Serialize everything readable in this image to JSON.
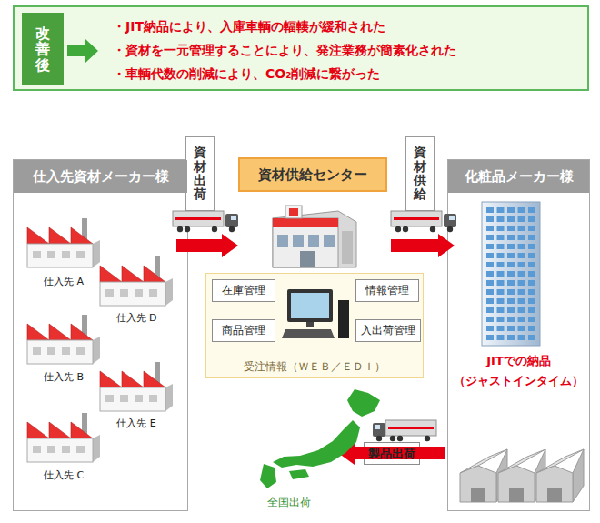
{
  "diagram": {
    "nodes": [
      {
        "text": [
          "・JIT納品により、入庫車輌の輻輳が緩和された",
          "・資材を一元管理することにより、発注業務が簡素化された",
          "・車輌代数の削減により、CO₂削減に繋がった"
        ]
      },
      {
        "text": [
          "改善後"
        ],
        "in": 0
      },
      {
        "text": [
          "仕入先資材メーカー様"
        ]
      },
      {
        "text": [
          "資材出荷"
        ]
      },
      {
        "text": [
          "資材供給センター"
        ]
      },
      {
        "text": [
          "受注情報（ＷＥＢ／ＥＤＩ）"
        ]
      },
      {
        "text": [
          "在庫管理"
        ],
        "in": 5
      },
      {
        "text": [
          "商品管理"
        ],
        "in": 5
      },
      {
        "text": [
          "情報管理"
        ],
        "in": 5
      },
      {
        "text": [
          "入出荷管理"
        ],
        "in": 5
      },
      {
        "text": [
          "資材供給"
        ]
      },
      {
        "text": [
          "化粧品メーカー様",
          "JITでの納品",
          "（ジャストインタイム）"
        ]
      },
      {
        "text": [
          "製品出荷"
        ]
      }
    ],
    "labels": [
      "仕入先 A",
      "仕入先 D",
      "仕入先 B",
      "仕入先 E",
      "仕入先 C",
      "全国出荷"
    ]
  }
}
